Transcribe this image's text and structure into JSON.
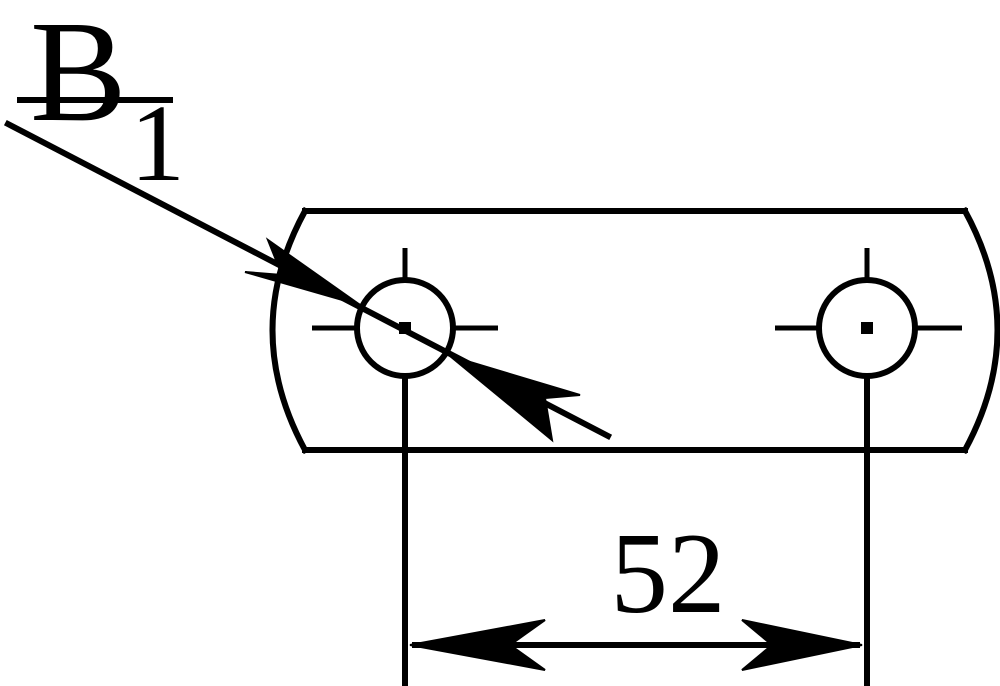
{
  "labels": {
    "section_letter": "B",
    "section_subscript": "1",
    "dimension_value": "52"
  },
  "colors": {
    "line": "#000000",
    "background": "#ffffff"
  }
}
